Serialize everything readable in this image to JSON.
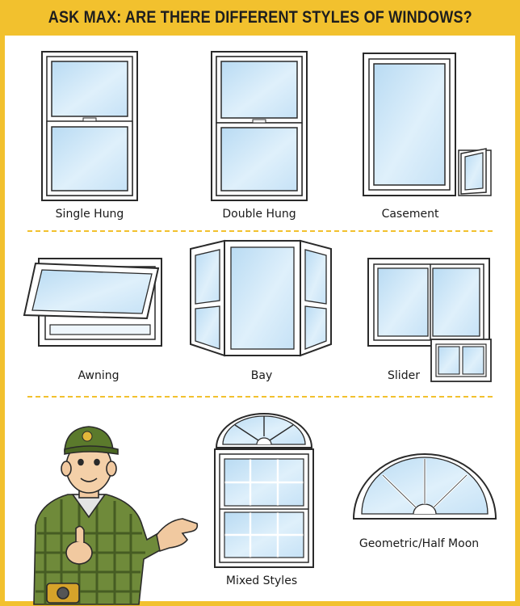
{
  "title": "ASK MAX: ARE THERE DIFFERENT STYLES OF WINDOWS?",
  "windows": [
    {
      "label": "Single Hung"
    },
    {
      "label": "Double Hung"
    },
    {
      "label": "Casement"
    },
    {
      "label": "Awning"
    },
    {
      "label": "Bay"
    },
    {
      "label": "Slider"
    },
    {
      "label": "Mixed Styles"
    },
    {
      "label": "Geometric/Half Moon"
    }
  ],
  "colors": {
    "banner": "#f2c12e",
    "glass": "#cfe6f7",
    "frame": "#ffffff",
    "outline": "#2a2a2a"
  },
  "character": {
    "icon": "handyman-max-icon"
  }
}
